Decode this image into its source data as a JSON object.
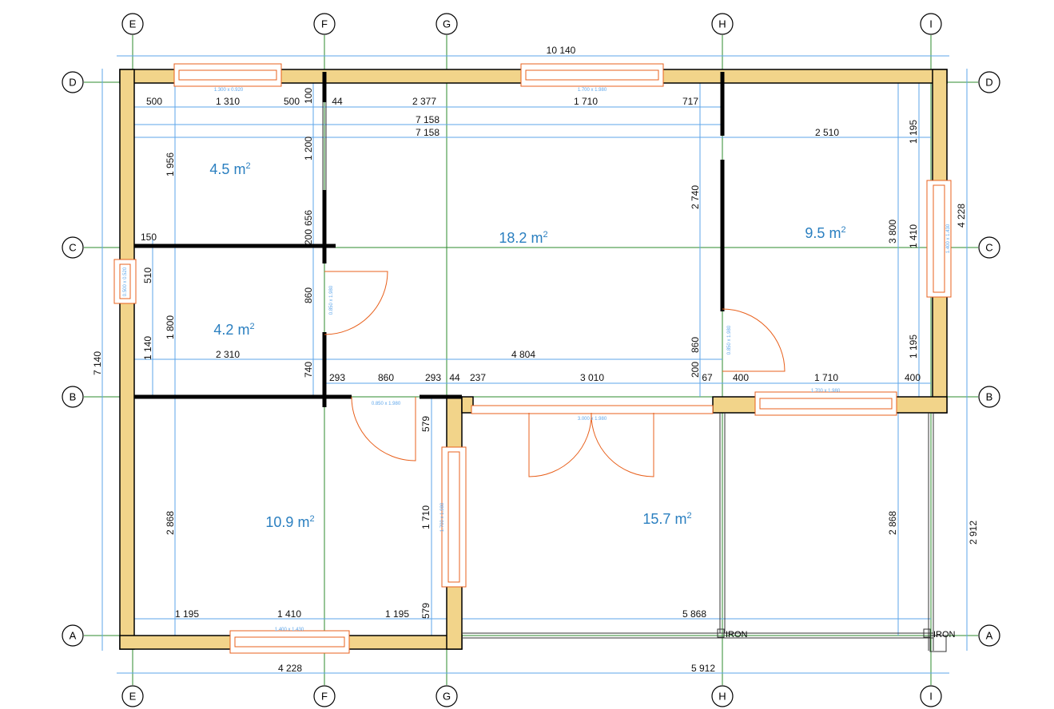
{
  "grid": {
    "columns": [
      "E",
      "F",
      "G",
      "H",
      "I"
    ],
    "rows": [
      "D",
      "C",
      "B",
      "A"
    ]
  },
  "rooms": {
    "r1": {
      "area": "4.5",
      "unit": "m",
      "sup": "2"
    },
    "r2": {
      "area": "18.2",
      "unit": "m",
      "sup": "2"
    },
    "r3": {
      "area": "9.5",
      "unit": "m",
      "sup": "2"
    },
    "r4": {
      "area": "4.2",
      "unit": "m",
      "sup": "2"
    },
    "r5": {
      "area": "10.9",
      "unit": "m",
      "sup": "2"
    },
    "r6": {
      "area": "15.7",
      "unit": "m",
      "sup": "2"
    }
  },
  "openings": {
    "w_top_left": "1.300 x 0.920",
    "w_top_mid": "1.700 x 1.980",
    "w_right": "1.400 x 1.430",
    "w_left": "0.500 x 0.520",
    "d_f": "0.850 x 1.980",
    "d_h": "0.850 x 1.980",
    "d_b": "0.850 x 1.980",
    "w_b": "1.700 x 1.980",
    "d_double": "3.000 x 1.980",
    "w_g": "1.700 x 1.980",
    "w_bottom": "1.400 x 1.430"
  },
  "tags": {
    "t1": "IRON",
    "t2": "IRON"
  },
  "dims": {
    "overall_top": "10 140",
    "d1": "500",
    "d2": "1 310",
    "d3": "500",
    "d4": "100",
    "d5": "44",
    "d6": "2 377",
    "d7": "1 710",
    "d8": "717",
    "d9": "7 158",
    "d10": "7 158",
    "d11": "2 510",
    "v1": "1 956",
    "v2": "1 200",
    "v3": "656",
    "v4": "200",
    "v5": "150",
    "v6": "510",
    "v7": "1 800",
    "v8": "1 140",
    "v9": "860",
    "v10": "740",
    "h1": "2 310",
    "h2": "4 804",
    "v11": "2 740",
    "v12": "860",
    "v13": "200",
    "b1": "293",
    "b2": "860",
    "b3": "293",
    "b4": "44",
    "b5": "237",
    "b6": "3 010",
    "b7": "67",
    "b8": "400",
    "b9": "1 710",
    "b10": "400",
    "r1": "1 195",
    "r2": "3 800",
    "r3": "1 410",
    "r4": "1 195",
    "r5": "4 228",
    "r6": "2 912",
    "l1": "7 140",
    "v14": "2 868",
    "v15": "579",
    "v16": "1 710",
    "v17": "579",
    "v18": "2 868",
    "bt1": "1 195",
    "bt2": "1 410",
    "bt3": "1 195",
    "bt4": "5 868",
    "bb1": "4 228",
    "bb2": "5 912"
  },
  "colors": {
    "grid": "#2e8b2e",
    "dimension": "#5ea6ea",
    "opening": "#e8601c",
    "insulation": "#f2d48a",
    "room_label": "#2a7fc0"
  }
}
